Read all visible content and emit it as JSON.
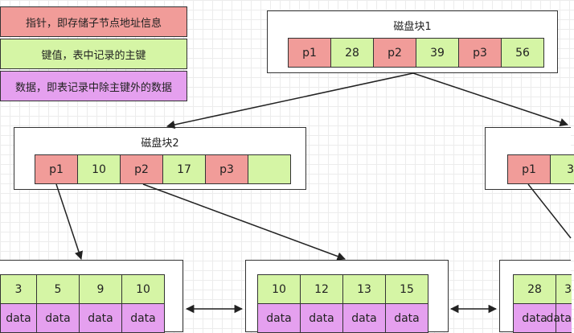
{
  "legend": {
    "pointer": "指针，即存储子节点地址信息",
    "key": "键值，表中记录的主键",
    "data": "数据，即表记录中除主键外的数据"
  },
  "colors": {
    "pointer": "#f19c99",
    "key": "#d5f5a5",
    "data": "#e5a0ef"
  },
  "block1": {
    "title": "磁盘块1",
    "cells": [
      "p1",
      "28",
      "p2",
      "39",
      "p3",
      "56"
    ]
  },
  "block2": {
    "title": "磁盘块2",
    "cells": [
      "p1",
      "10",
      "p2",
      "17",
      "p3",
      ""
    ]
  },
  "block3": {
    "cells": [
      "p1",
      "3"
    ]
  },
  "leaf1": {
    "keys": [
      "3",
      "5",
      "9",
      "10"
    ],
    "data": [
      "data",
      "data",
      "data",
      "data"
    ]
  },
  "leaf2": {
    "keys": [
      "10",
      "12",
      "13",
      "15"
    ],
    "data": [
      "data",
      "data",
      "data",
      "data"
    ]
  },
  "leaf3": {
    "keys": [
      "28",
      "3"
    ],
    "data": [
      "data",
      "data"
    ]
  }
}
